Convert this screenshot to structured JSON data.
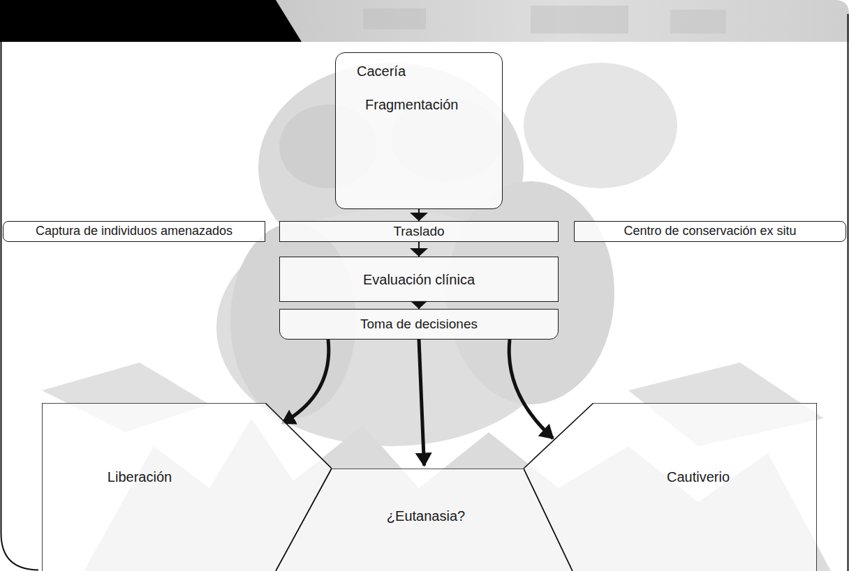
{
  "diagram": {
    "nodes": [
      {
        "text": [
          "Cacería",
          "Fragmentación"
        ]
      },
      {
        "text": [
          "Captura de individuos amenazados"
        ]
      },
      {
        "text": [
          "Traslado"
        ]
      },
      {
        "text": [
          "Centro de conservación ex situ"
        ]
      },
      {
        "text": [
          "Evaluación clínica"
        ]
      },
      {
        "text": [
          "Toma de decisiones"
        ]
      },
      {
        "text": [
          "Liberación"
        ]
      },
      {
        "text": [
          "¿Eutanasia?"
        ]
      },
      {
        "text": [
          "Cautiverio"
        ]
      }
    ],
    "edges": [
      {
        "from": 0,
        "to": 2,
        "arrow": "to"
      },
      {
        "from": 2,
        "to": 4,
        "arrow": "to"
      },
      {
        "from": 4,
        "to": 5,
        "arrow": "to"
      },
      {
        "from": 5,
        "to": 6,
        "arrow": "to"
      },
      {
        "from": 5,
        "to": 7,
        "arrow": "to"
      },
      {
        "from": 5,
        "to": 8,
        "arrow": "to"
      }
    ]
  }
}
